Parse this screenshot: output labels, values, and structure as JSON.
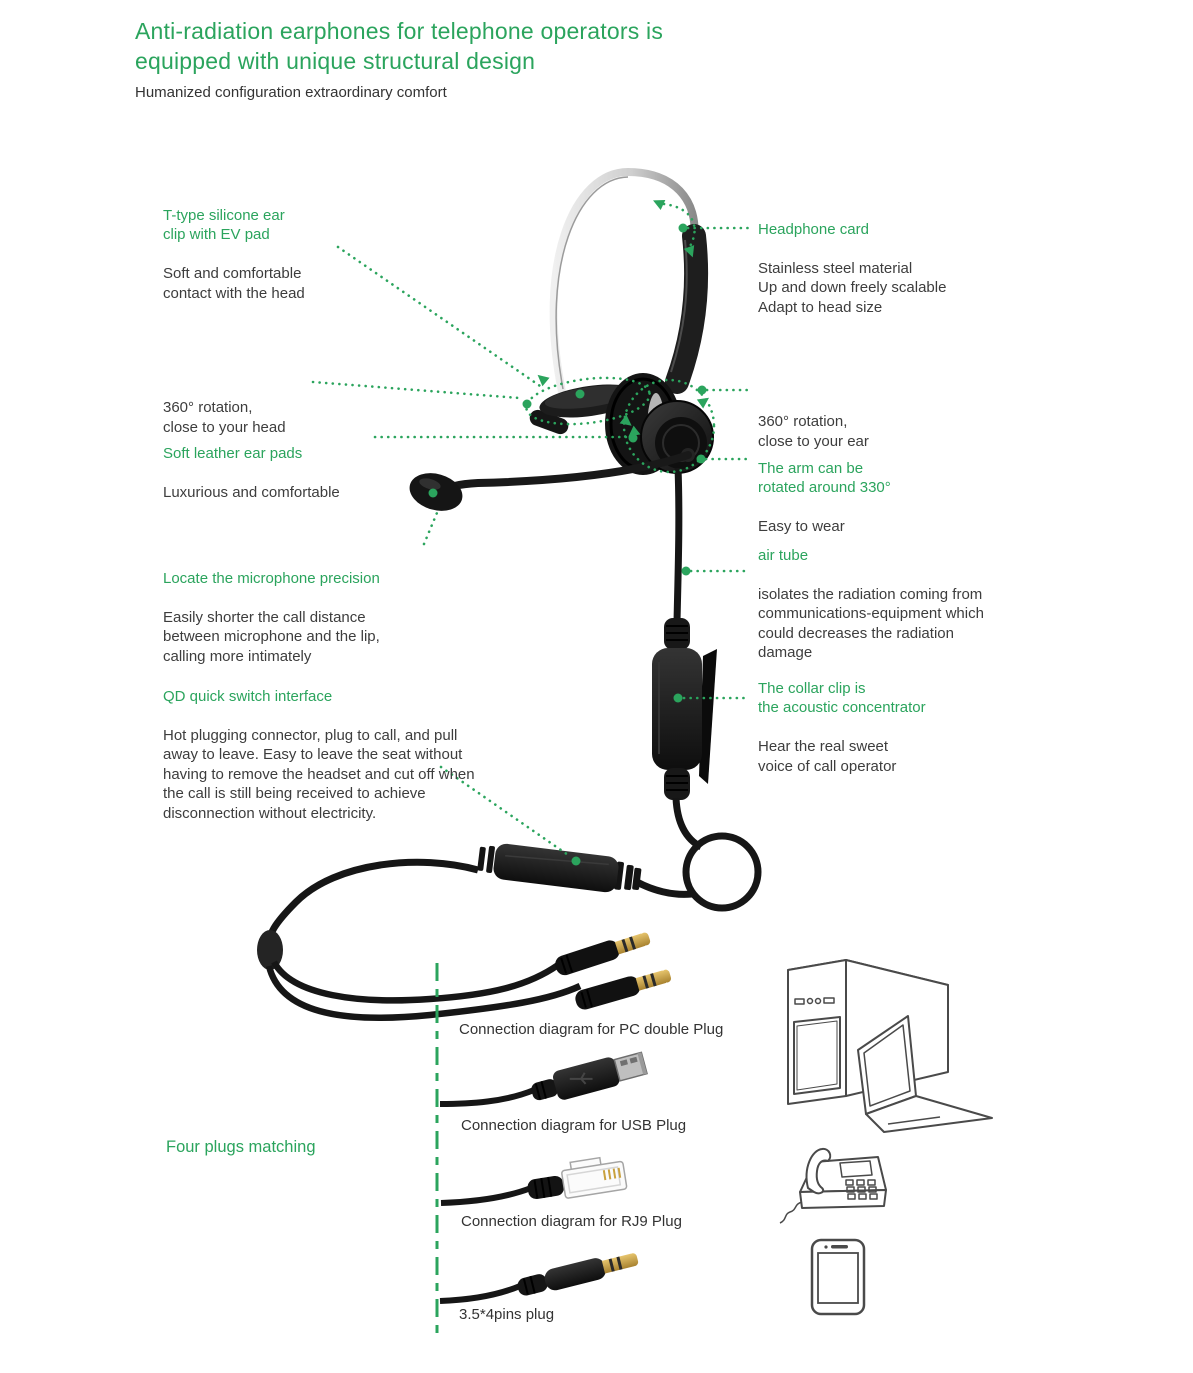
{
  "colors": {
    "accent_green": "#2BA45D",
    "text_dark": "#3D3D3D"
  },
  "header": {
    "title": "Anti-radiation earphones for telephone operators is\nequipped with unique structural design",
    "subtitle": "Humanized configuration  extraordinary comfort"
  },
  "callouts": {
    "left": [
      {
        "green": "T-type silicone ear\nclip with EV pad",
        "dark": "Soft and comfortable\ncontact with the head"
      },
      {
        "green": "",
        "dark": "360°  rotation,\nclose to your head"
      },
      {
        "green": "Soft leather ear pads",
        "dark": "Luxurious and comfortable"
      },
      {
        "green": "Locate the microphone precision",
        "dark": "Easily shorter the call distance\nbetween microphone and the lip,\ncalling more intimately"
      },
      {
        "green": "QD quick switch interface",
        "dark": "Hot plugging connector, plug to call, and pull\naway to leave. Easy to leave the seat without\nhaving to remove the headset and cut off when\nthe call is still being received to achieve\ndisconnection without electricity."
      }
    ],
    "right": [
      {
        "green": "Headphone card",
        "dark": "Stainless steel material\nUp and down freely scalable\nAdapt to head size"
      },
      {
        "green": "",
        "dark": "360°  rotation,\nclose to your ear"
      },
      {
        "green": "The arm can be\nrotated around 330°",
        "dark": "Easy to wear"
      },
      {
        "green": "air tube",
        "dark": "isolates the radiation coming from\ncommunications-equipment which\ncould decreases the radiation\ndamage"
      },
      {
        "green": "The collar clip is\nthe acoustic concentrator",
        "dark": "Hear the real sweet\nvoice of call operator"
      }
    ]
  },
  "plugs_section": {
    "heading": "Four plugs matching",
    "labels": [
      "Connection diagram for PC double Plug",
      "Connection diagram for USB Plug",
      "Connection diagram for RJ9 Plug",
      "3.5*4pins plug"
    ]
  },
  "illustration": {
    "icons": [
      "pc-tower-and-laptop-icon",
      "desk-telephone-icon",
      "smartphone-icon"
    ]
  }
}
